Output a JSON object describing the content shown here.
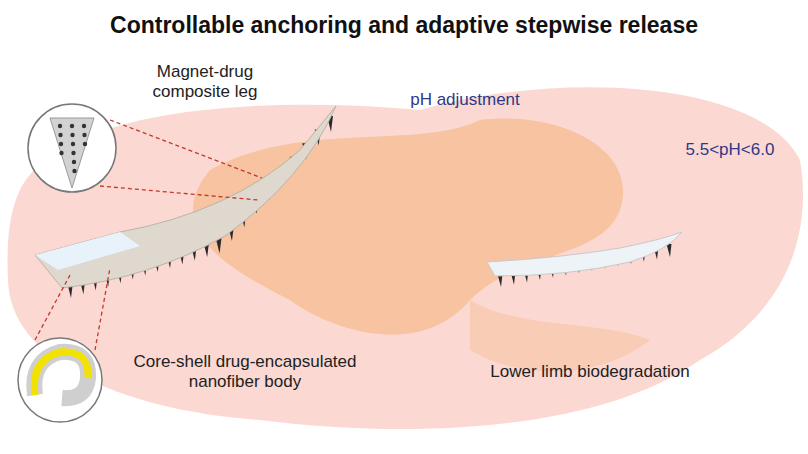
{
  "diagram": {
    "title": "Controllable anchoring and adaptive stepwise release",
    "labels": [
      "Magnet-drug composite leg",
      "pH adjustment",
      "5.5<pH<6.0",
      "Core-shell drug-encapsulated nanofiber body",
      "Lower limb biodegradation"
    ]
  }
}
